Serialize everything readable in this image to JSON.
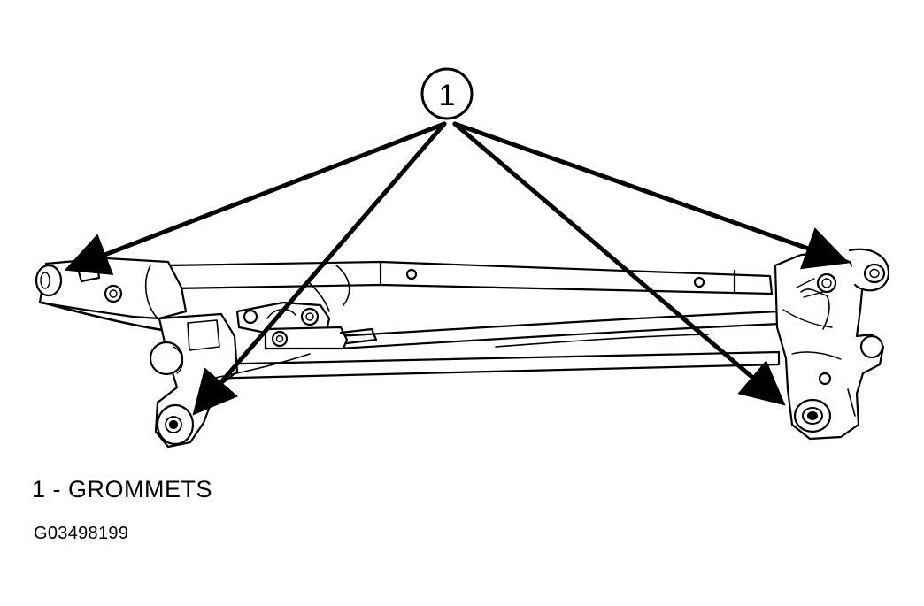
{
  "callout": {
    "number": "1"
  },
  "legend": {
    "text": "1 - GROMMETS"
  },
  "figure_id": "G03498199",
  "icons": {
    "callout_circle": "numbered-callout-circle",
    "arrowhead": "arrowhead-icon",
    "grommet": "grommet-icon"
  },
  "colors": {
    "ink": "#000000",
    "paper": "#ffffff"
  }
}
